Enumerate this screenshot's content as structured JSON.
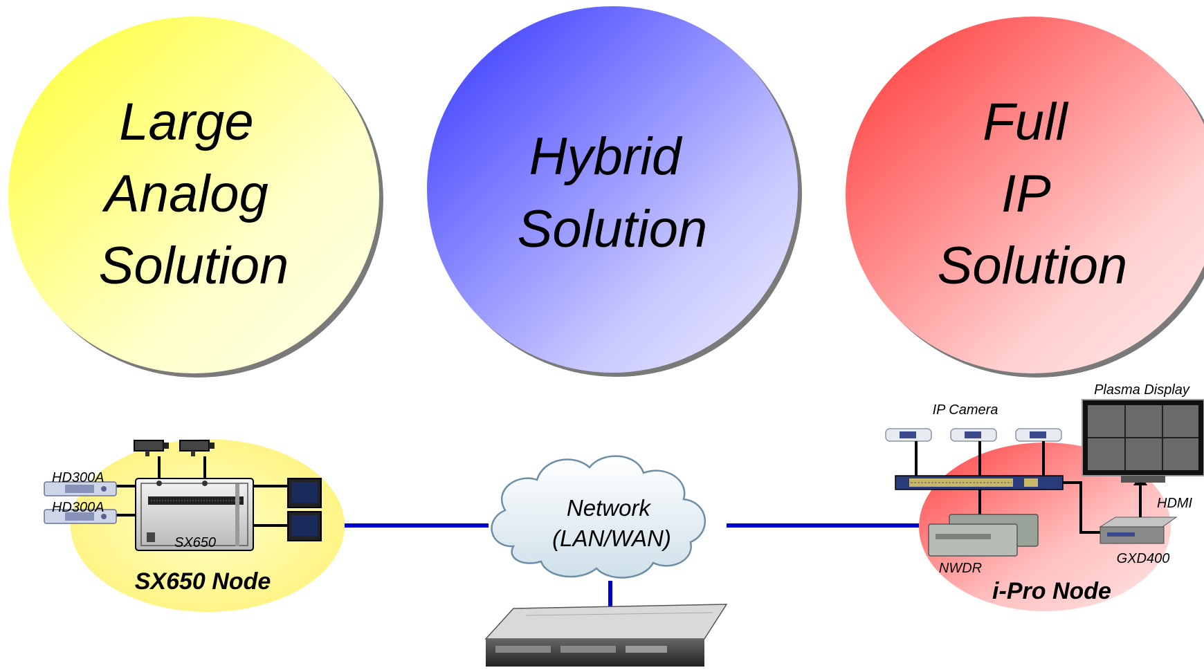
{
  "circles": {
    "left": {
      "lines": [
        "Large",
        "Analog",
        "Solution"
      ],
      "color": "#ffff33"
    },
    "middle": {
      "lines": [
        "Hybrid",
        "Solution"
      ],
      "color": "#3333ff"
    },
    "right": {
      "lines": [
        "Full",
        "IP",
        "Solution"
      ],
      "color": "#ff3333"
    }
  },
  "sx650_node": {
    "title": "SX650 Node",
    "recorder1": "HD300A",
    "recorder2": "HD300A",
    "matrix": "SX650"
  },
  "network": {
    "line1": "Network",
    "line2": "(LAN/WAN)"
  },
  "ipro_node": {
    "title": "i-Pro Node",
    "camera": "IP Camera",
    "display": "Plasma Display",
    "hdmi": "HDMI",
    "decoder": "GXD400",
    "recorder": "NWDR"
  },
  "colors": {
    "link": "#0000cc",
    "line": "#000000"
  }
}
